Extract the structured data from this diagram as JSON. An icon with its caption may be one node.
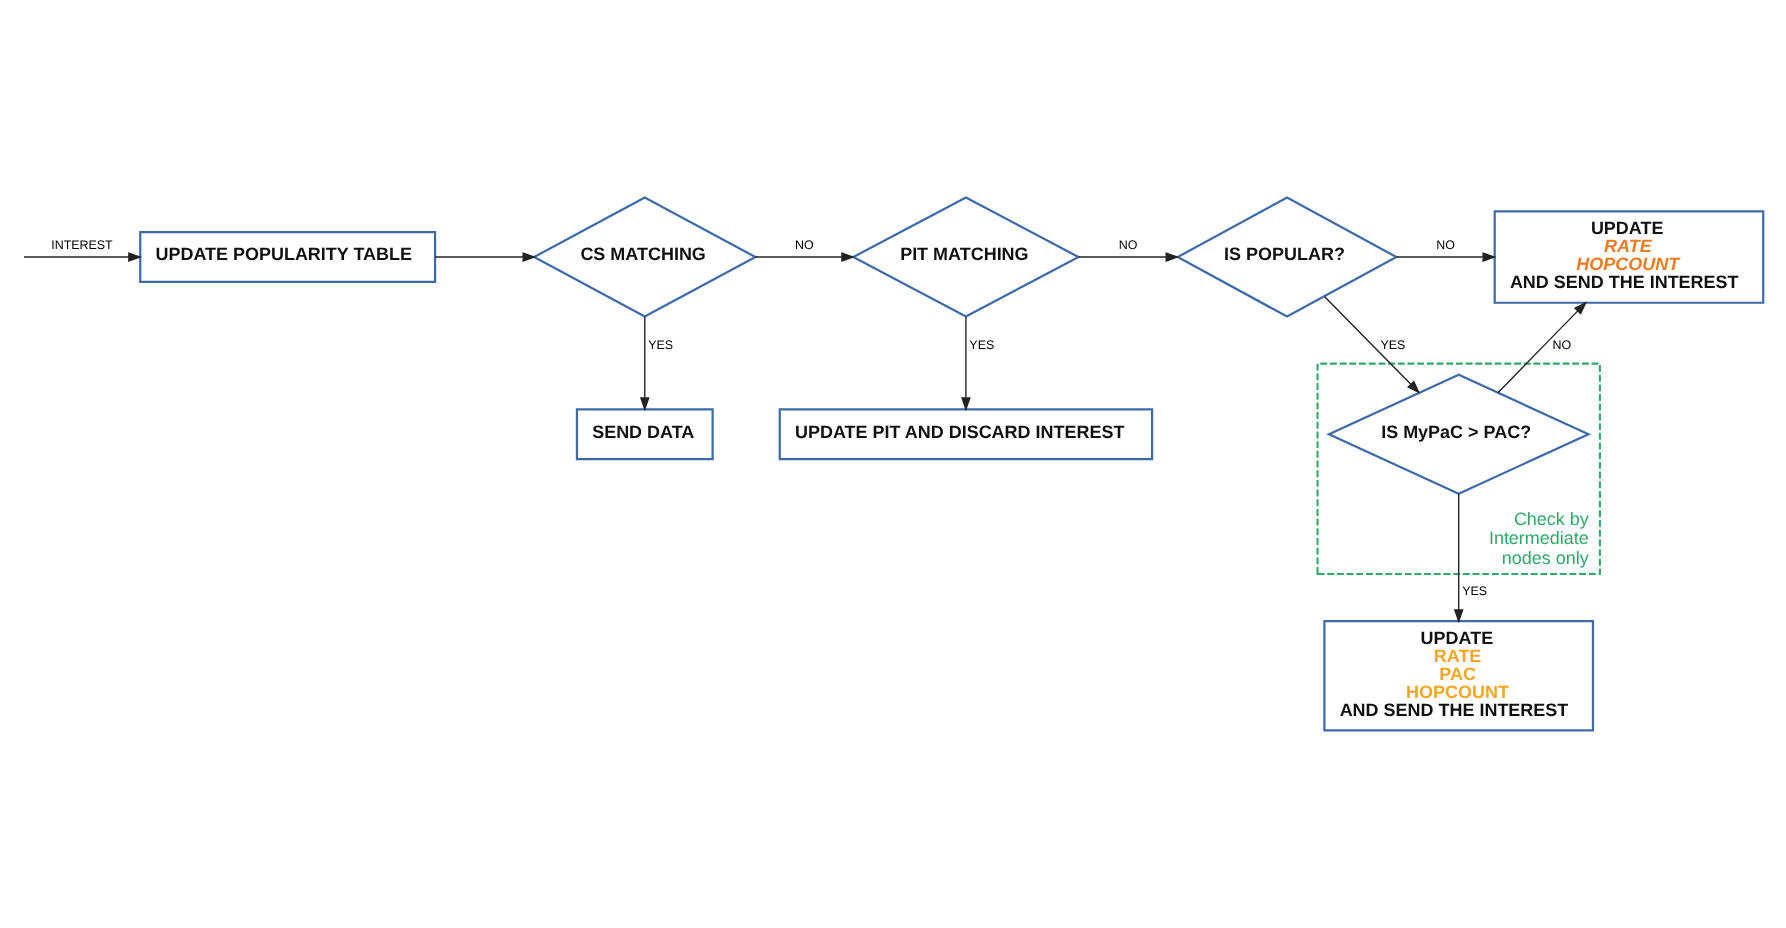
{
  "diagram": {
    "nodes": [
      {
        "text": [
          "UPDATE POPULARITY TABLE"
        ]
      },
      {
        "text": [
          "CS MATCHING"
        ]
      },
      {
        "text": [
          "SEND DATA"
        ]
      },
      {
        "text": [
          "PIT MATCHING"
        ]
      },
      {
        "text": [
          "UPDATE PIT AND DISCARD INTEREST"
        ]
      },
      {
        "text": [
          "IS POPULAR?"
        ]
      },
      {
        "text": [
          "UPDATE",
          "RATE",
          "HOPCOUNT",
          "AND SEND THE INTEREST"
        ]
      },
      {
        "text": [
          "Check by Intermediate nodes only"
        ]
      },
      {
        "text": [
          "IS MyPaC > PAC?"
        ],
        "in": 7
      },
      {
        "text": [
          "UPDATE",
          "RATE",
          "PAC",
          "HOPCOUNT",
          "AND SEND THE INTEREST"
        ]
      }
    ],
    "edges": [
      {
        "from": null,
        "to": 0,
        "arrow": "to",
        "label": "INTEREST"
      },
      {
        "from": 0,
        "to": 1,
        "arrow": "to"
      },
      {
        "from": 1,
        "to": 3,
        "arrow": "to",
        "label": "NO"
      },
      {
        "from": 1,
        "to": 2,
        "arrow": "to",
        "label": "YES"
      },
      {
        "from": 3,
        "to": 5,
        "arrow": "to",
        "label": "NO"
      },
      {
        "from": 3,
        "to": 4,
        "arrow": "to",
        "label": "YES"
      },
      {
        "from": 5,
        "to": 6,
        "arrow": "to",
        "label": "NO"
      },
      {
        "from": 5,
        "to": 8,
        "arrow": "to",
        "label": "YES"
      },
      {
        "from": 8,
        "to": 6,
        "arrow": "to",
        "label": "NO"
      },
      {
        "from": 8,
        "to": 9,
        "arrow": "to",
        "label": "YES"
      }
    ]
  }
}
